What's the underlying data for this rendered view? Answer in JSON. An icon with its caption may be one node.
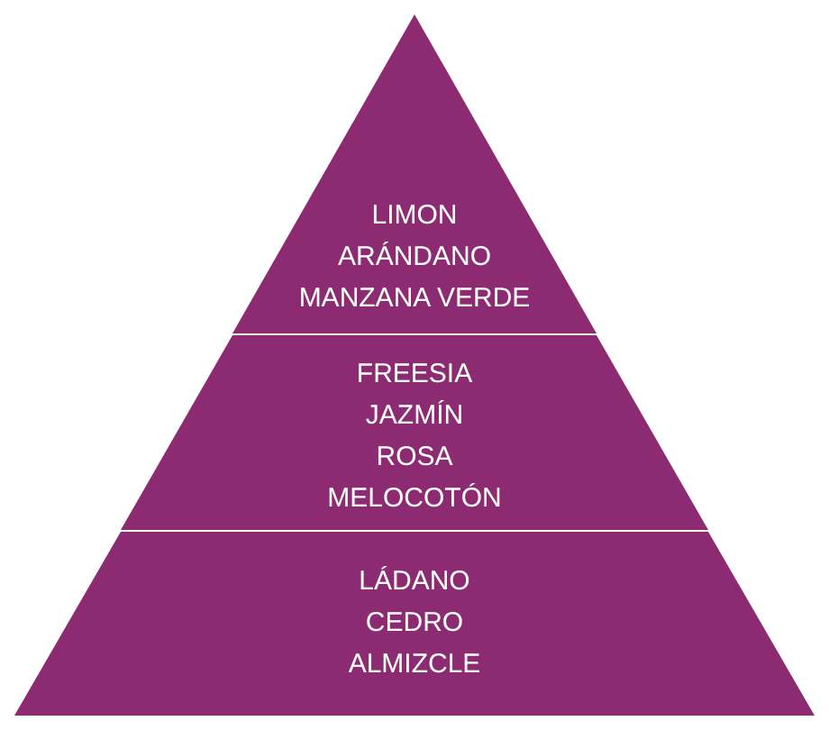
{
  "diagram": {
    "nodes": [
      {
        "text": [
          "LIMON",
          "ARÁNDANO",
          "MANZANA VERDE"
        ]
      },
      {
        "text": [
          "FREESIA",
          "JAZMÍN",
          "ROSA",
          "MELOCOTÓN"
        ]
      },
      {
        "text": [
          "LÁDANO",
          "CEDRO",
          "ALMIZCLE"
        ]
      }
    ]
  }
}
